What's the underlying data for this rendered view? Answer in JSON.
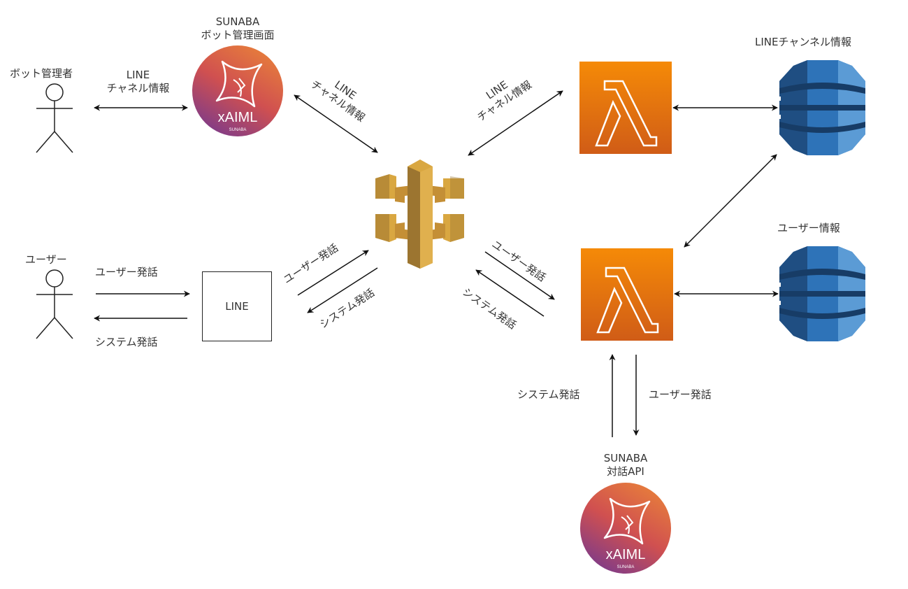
{
  "nodes": {
    "bot_admin": {
      "label": "ボット管理者"
    },
    "user": {
      "label": "ユーザー"
    },
    "sunaba_admin": {
      "label_line1": "SUNABA",
      "label_line2": "ボット管理画面",
      "logo_text": "xAIML",
      "logo_sub": "SUNABA"
    },
    "line_box": {
      "label": "LINE"
    },
    "api_gateway": {
      "label": ""
    },
    "lambda_top": {
      "label": ""
    },
    "lambda_bottom": {
      "label": ""
    },
    "db_channel": {
      "label": "LINEチャンネル情報"
    },
    "db_user": {
      "label": "ユーザー情報"
    },
    "sunaba_api": {
      "label_line1": "SUNABA",
      "label_line2": "対話API",
      "logo_text": "xAIML",
      "logo_sub": "SUNABA"
    }
  },
  "edges": {
    "admin_to_console": {
      "line1": "LINE",
      "line2": "チャネル情報"
    },
    "console_to_gateway": {
      "line1": "LINE",
      "line2": "チャネル情報"
    },
    "gateway_to_lambda_top": {
      "line1": "LINE",
      "line2": "チャネル情報"
    },
    "user_to_line": "ユーザー発話",
    "line_to_user": "システム発話",
    "line_to_gateway": "ユーザー発話",
    "gateway_to_line": "システム発話",
    "gateway_to_lambda_bottom": "ユーザー発話",
    "lambda_bottom_to_gateway": "システム発話",
    "api_to_lambda": "システム発話",
    "lambda_to_api": "ユーザー発話"
  },
  "colors": {
    "lambda_top": "#f58a07",
    "lambda_bottom": "#d05c17",
    "gateway": "#d9a741",
    "gateway_dark": "#9c7530",
    "dynamo_dark": "#1f4e82",
    "dynamo_mid": "#2e73b8",
    "dynamo_light": "#5b9bd5",
    "xaiml_top": "#e8803a",
    "xaiml_mid": "#d05050",
    "xaiml_bottom": "#7a3a8c"
  }
}
